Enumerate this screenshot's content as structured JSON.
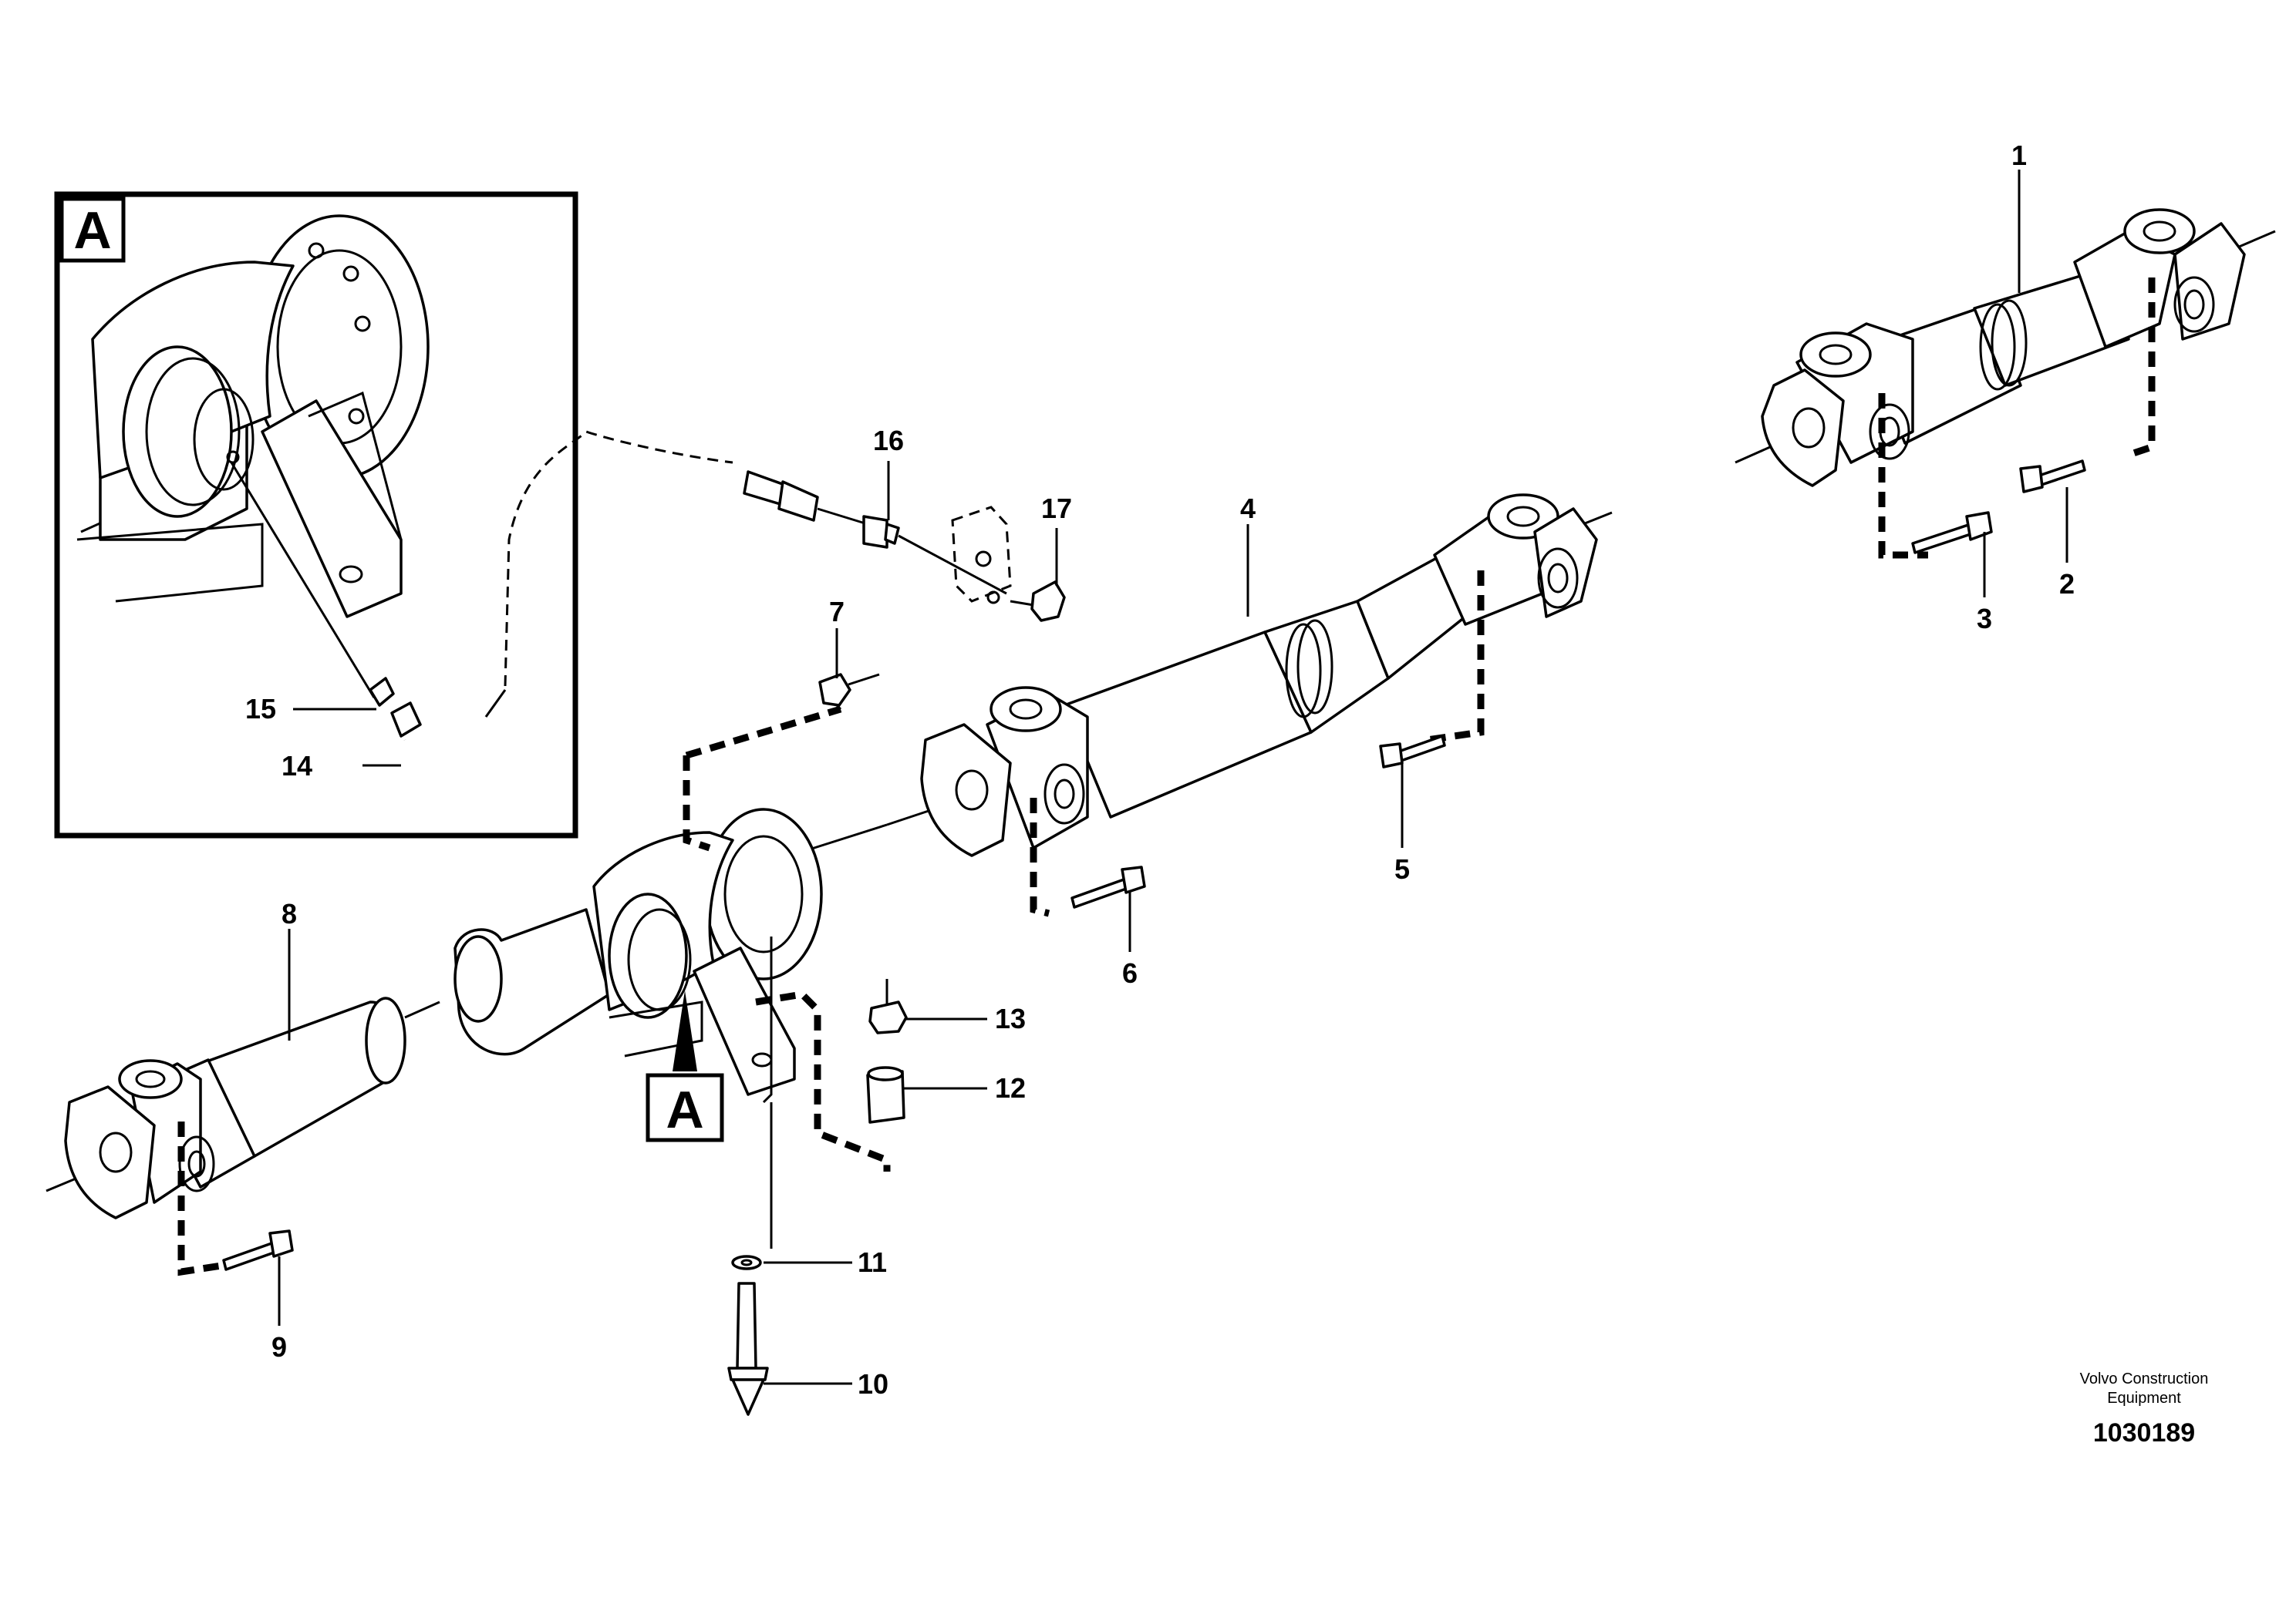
{
  "detail_view": {
    "label": "A"
  },
  "view_marker": {
    "label": "A"
  },
  "callouts": [
    {
      "id": "1",
      "label": "1"
    },
    {
      "id": "2",
      "label": "2"
    },
    {
      "id": "3",
      "label": "3"
    },
    {
      "id": "4",
      "label": "4"
    },
    {
      "id": "5",
      "label": "5"
    },
    {
      "id": "6",
      "label": "6"
    },
    {
      "id": "7",
      "label": "7"
    },
    {
      "id": "8",
      "label": "8"
    },
    {
      "id": "9",
      "label": "9"
    },
    {
      "id": "10",
      "label": "10"
    },
    {
      "id": "11",
      "label": "11"
    },
    {
      "id": "12",
      "label": "12"
    },
    {
      "id": "13",
      "label": "13"
    },
    {
      "id": "14",
      "label": "14"
    },
    {
      "id": "15",
      "label": "15"
    },
    {
      "id": "16",
      "label": "16"
    },
    {
      "id": "17",
      "label": "17"
    }
  ],
  "footer": {
    "brand_line1": "Volvo Construction",
    "brand_line2": "Equipment",
    "drawing_number": "1030189"
  }
}
